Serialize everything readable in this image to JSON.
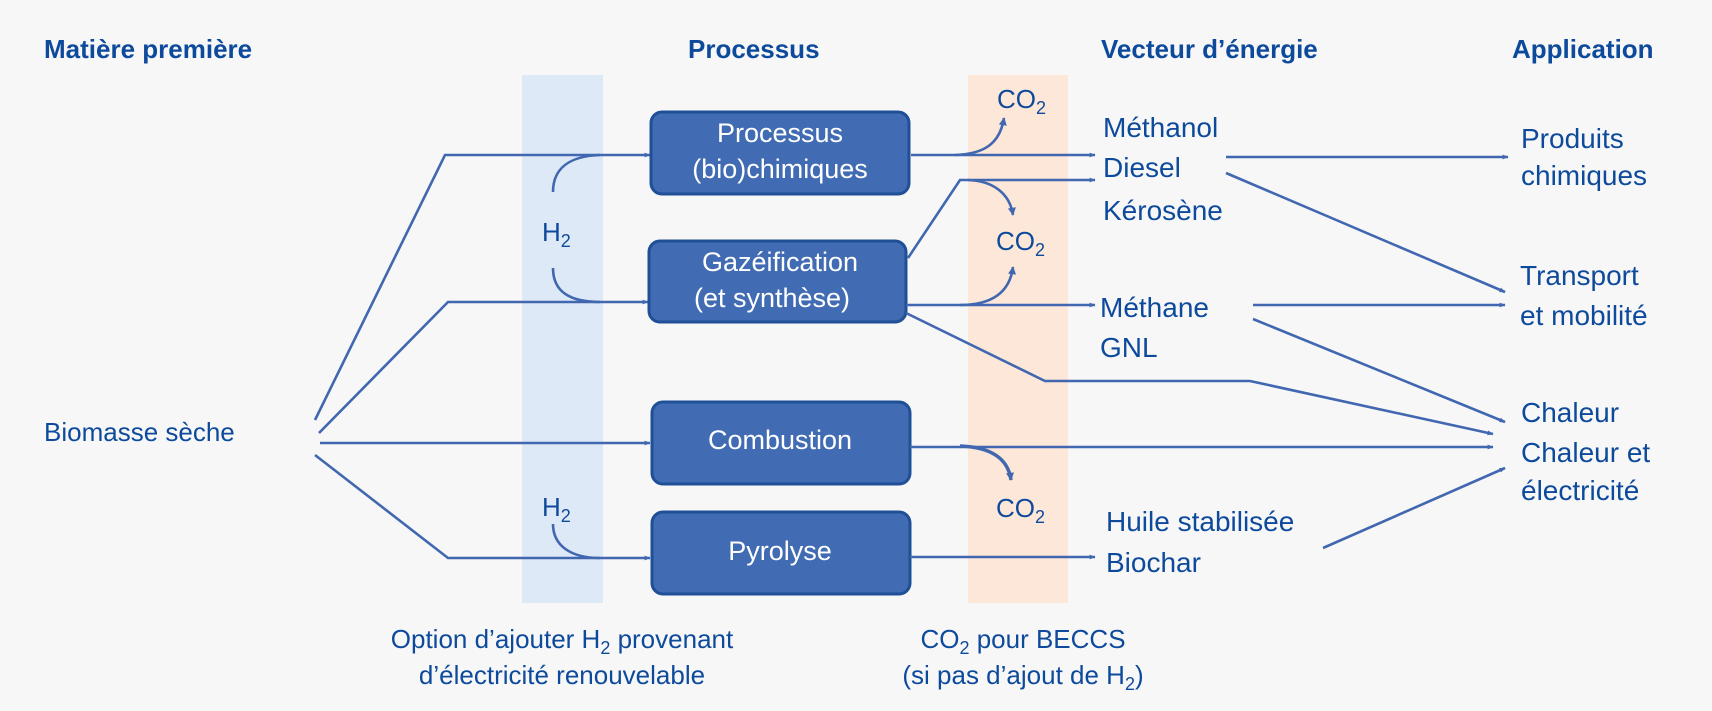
{
  "headers": {
    "raw_material": "Matière première",
    "process": "Processus",
    "energy_carrier": "Vecteur d’énergie",
    "application": "Application"
  },
  "feedstock": "Biomasse sèche",
  "processes": [
    {
      "line1": "Processus",
      "line2": "(bio)chimiques"
    },
    {
      "line1": "Gazéification",
      "line2": "(et synthèse)"
    },
    {
      "line1": "Combustion"
    },
    {
      "line1": "Pyrolyse"
    }
  ],
  "h2_labels": [
    {
      "main": "H",
      "sub": "2"
    },
    {
      "main": "H",
      "sub": "2"
    }
  ],
  "co2_labels": [
    {
      "main": "CO",
      "sub": "2"
    },
    {
      "main": "CO",
      "sub": "2"
    },
    {
      "main": "CO",
      "sub": "2"
    }
  ],
  "energy_carriers": {
    "group1": [
      "Méthanol",
      "Diesel",
      "Kérosène"
    ],
    "group2": [
      "Méthane",
      "GNL"
    ],
    "group3": [
      "Huile stabilisée",
      "Biochar"
    ]
  },
  "applications": {
    "chemicals": [
      "Produits",
      "chimiques"
    ],
    "transport": [
      "Transport",
      "et mobilité"
    ],
    "heat": "Chaleur",
    "heat_power": [
      "Chaleur et",
      "électricité"
    ]
  },
  "footnotes": {
    "h2_option": {
      "line1_pre": "Option d’ajouter H",
      "line1_sub": "2",
      "line1_post": " provenant",
      "line2": "d’électricité renouvelable"
    },
    "beccs": {
      "line1_pre": "CO",
      "line1_sub": "2",
      "line1_post": " pour BECCS",
      "line2_pre": "(si pas d’ajout de H",
      "line2_sub": "2",
      "line2_post": ")"
    }
  },
  "colors": {
    "text": "#0d4a9c",
    "box_fill": "#416cb3",
    "arrow": "#4067b0",
    "h2_band": "#dde9f6",
    "co2_band": "#fce7d8",
    "background": "#f7f7f7"
  }
}
